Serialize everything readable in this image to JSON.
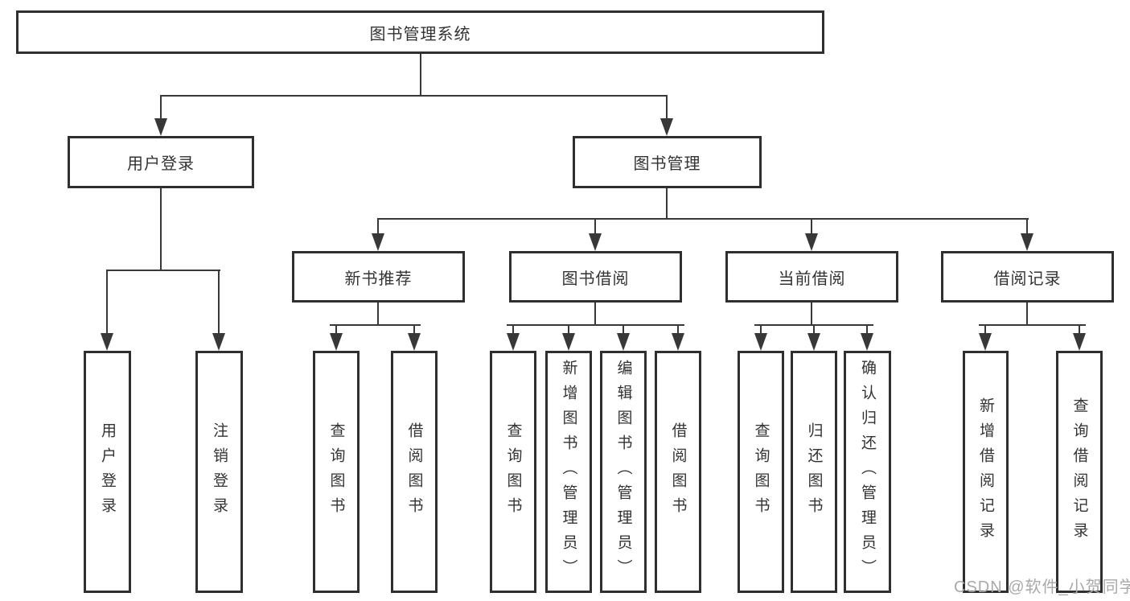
{
  "diagram": {
    "type": "hierarchy-tree",
    "root": {
      "label": "图书管理系统",
      "children": [
        {
          "label": "用户登录",
          "children": [
            {
              "label": "用户登录"
            },
            {
              "label": "注销登录"
            }
          ]
        },
        {
          "label": "图书管理",
          "children": [
            {
              "label": "新书推荐",
              "children": [
                {
                  "label": "查询图书"
                },
                {
                  "label": "借阅图书"
                }
              ]
            },
            {
              "label": "图书借阅",
              "children": [
                {
                  "label": "查询图书"
                },
                {
                  "label": "新增图书（管理员）"
                },
                {
                  "label": "编辑图书（管理员）"
                },
                {
                  "label": "借阅图书"
                }
              ]
            },
            {
              "label": "当前借阅",
              "children": [
                {
                  "label": "查询图书"
                },
                {
                  "label": "归还图书"
                },
                {
                  "label": "确认归还（管理员）"
                }
              ]
            },
            {
              "label": "借阅记录",
              "children": [
                {
                  "label": "新增借阅记录"
                },
                {
                  "label": "查询借阅记录"
                }
              ]
            }
          ]
        }
      ]
    }
  },
  "watermark": {
    "text": "CSDN @软件_小贺同学"
  },
  "colors": {
    "background": "#ffffff",
    "box_border": "#2f2f2f",
    "box_fill": "#ffffff",
    "connector_line": "#383838",
    "text": "#333333",
    "watermark_text": "#a9a9a9"
  }
}
